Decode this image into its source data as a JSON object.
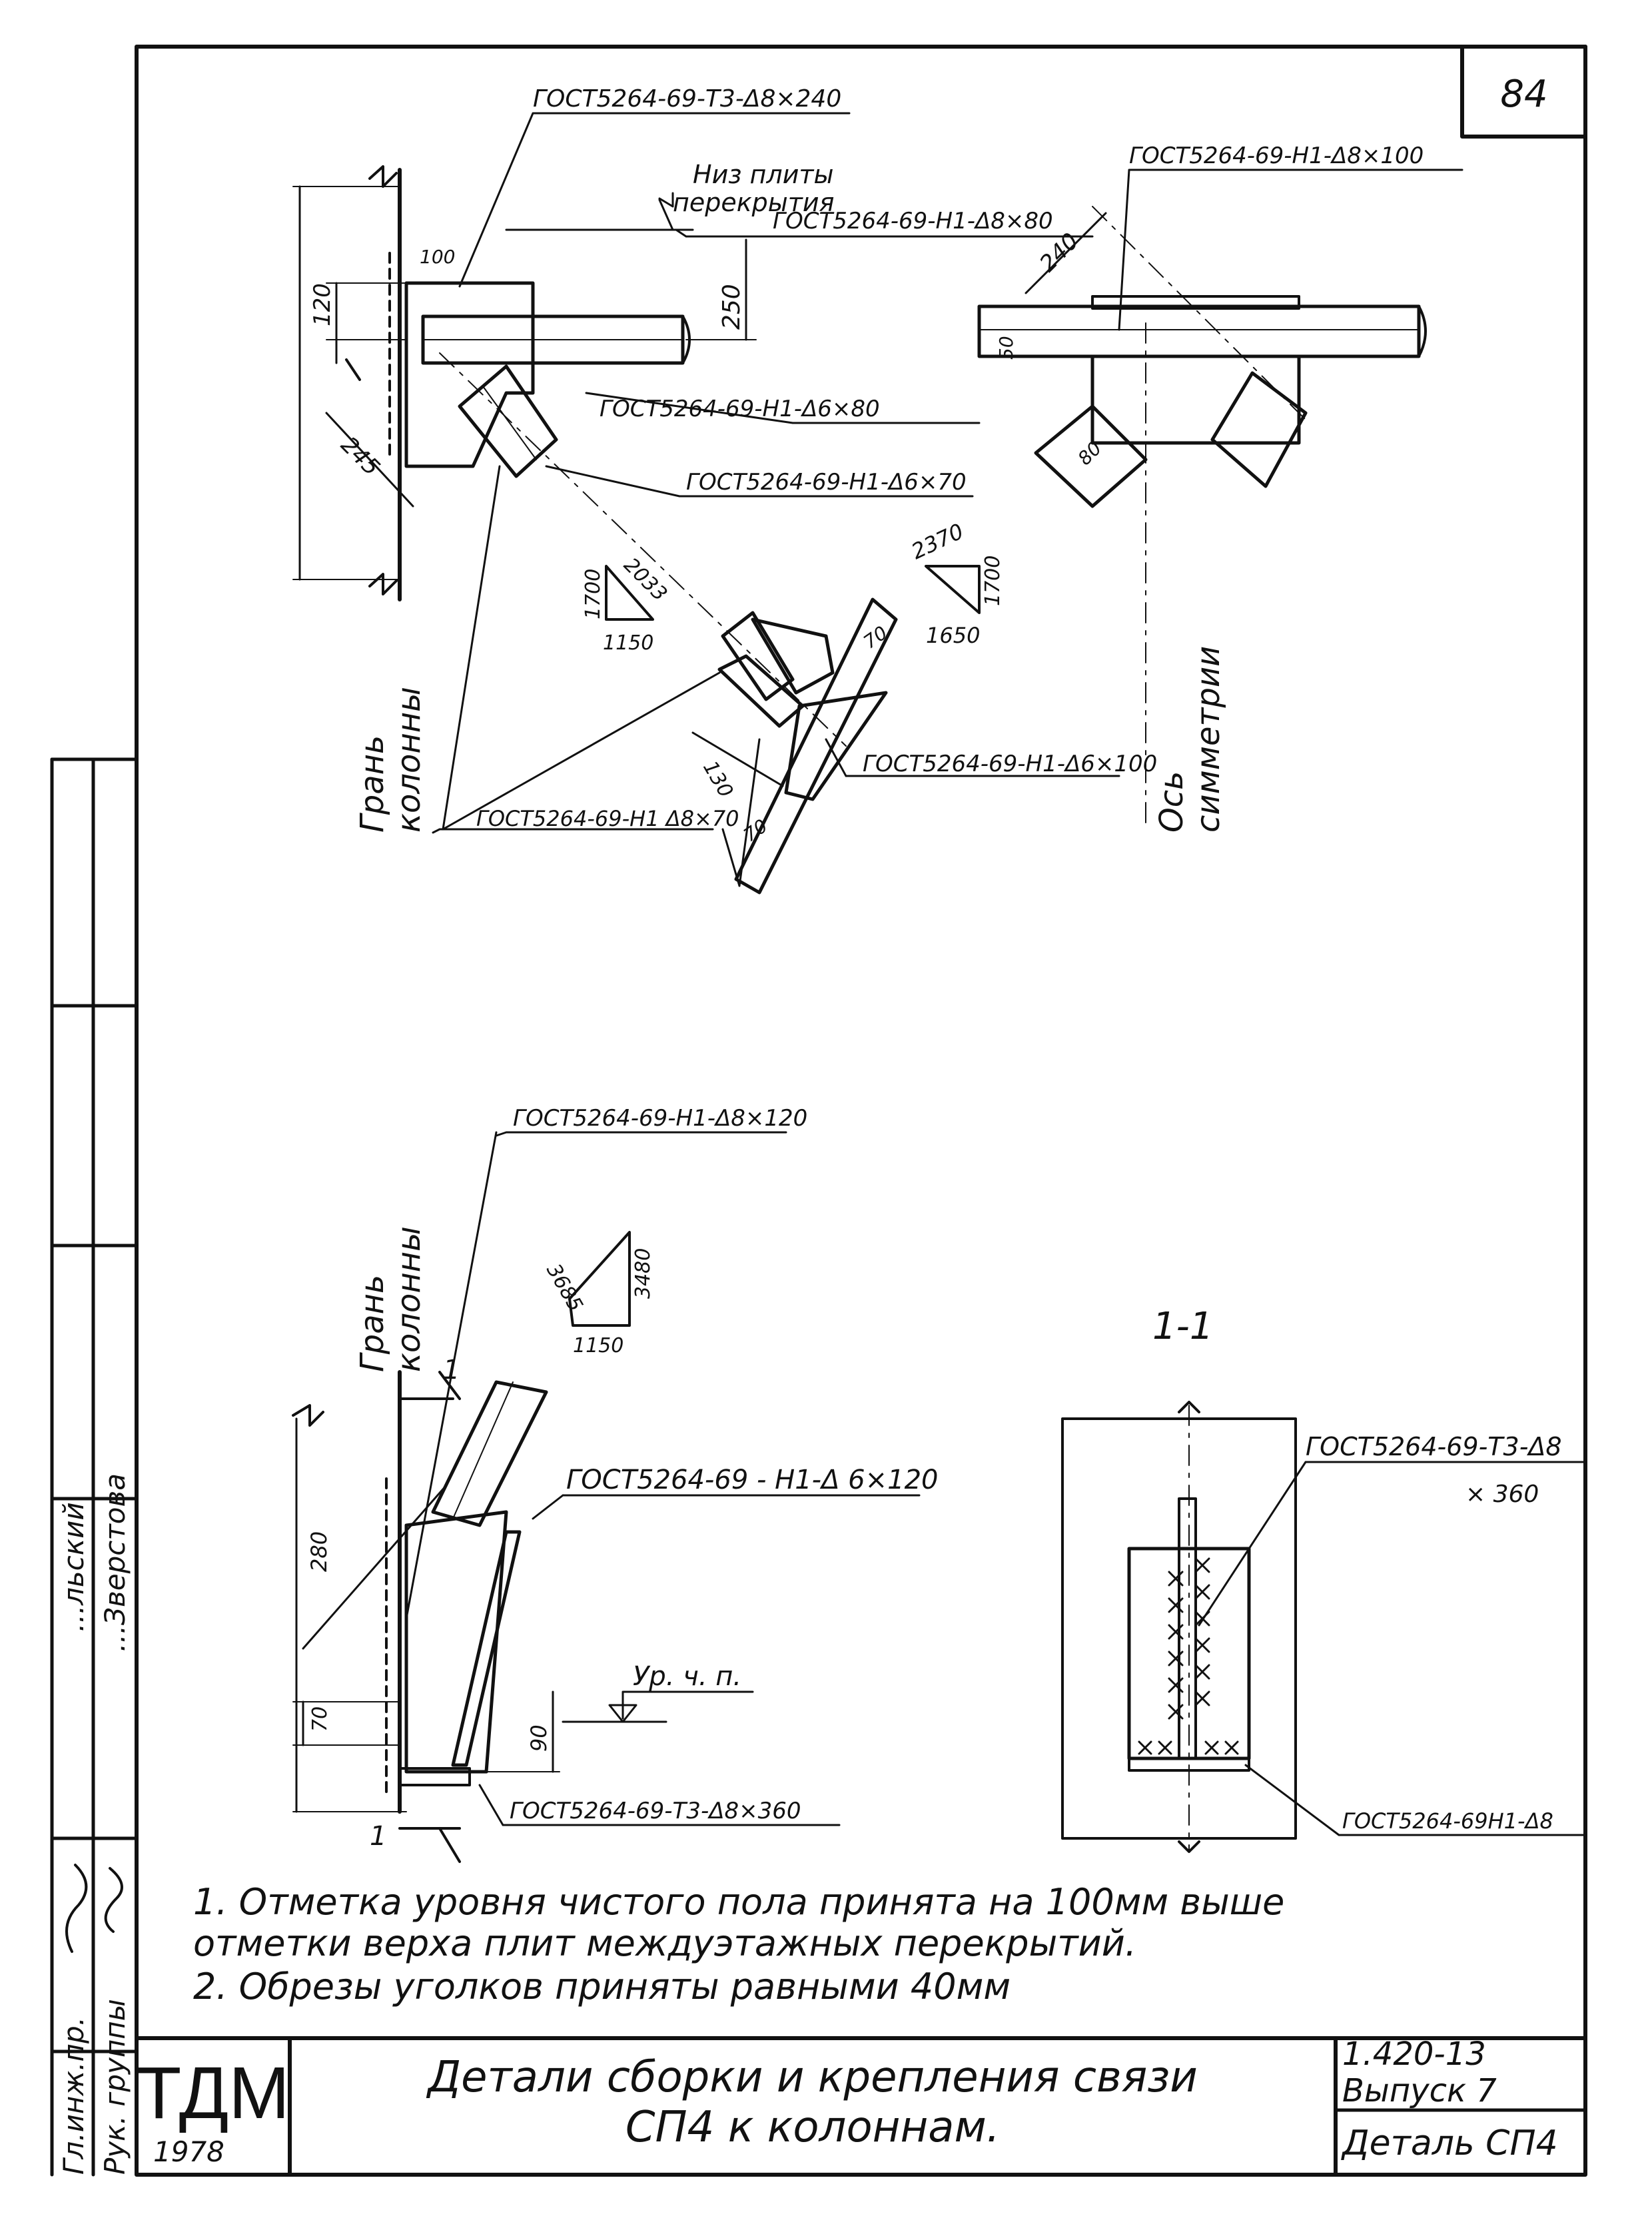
{
  "sheet": {
    "page_number": "84"
  },
  "detail_top_left": {
    "weld_top": "ГОСТ5264-69-Т3-Δ8×240",
    "label_slab_bottom": "Низ плиты\nперекрытия",
    "weld_slab": "ГОСТ5264-69-Н1-Δ8×80",
    "weld_lower": "ГОСТ5264-69-Н1-Δ6×80",
    "weld_gusset": "ГОСТ5264-69-Н1-Δ6×70",
    "weld_bottom": "ГОСТ5264-69-Н1 Δ8×70",
    "dim_100": "100",
    "dim_120": "120",
    "dim_250": "250",
    "dim_245": "245",
    "column_face": "Грань\nколонны",
    "tri_left": {
      "a": "1700",
      "b": "2033",
      "c": "1150"
    },
    "tri_right": {
      "a": "2370",
      "b": "1700",
      "c": "1650"
    },
    "dim_130": "130",
    "dim_70a": "70",
    "dim_70b": "70"
  },
  "detail_top_right": {
    "weld": "ГОСТ5264-69-Н1-Δ8×100",
    "dim_240": "240",
    "dim_50": "50",
    "dim_80": "80",
    "axis": "Ось\nсимметрии"
  },
  "detail_center": {
    "weld": "ГОСТ5264-69-Н1-Δ6×100"
  },
  "detail_bottom_left": {
    "weld_top": "ГОСТ5264-69-Н1-Δ8×120",
    "tri": {
      "a": "3685",
      "b": "3480",
      "c": "1150"
    },
    "column_face": "Грань\nколонны",
    "weld_mid": "ГОСТ5264-69 - Н1-Δ 6×120",
    "dim_280": "280",
    "dim_70": "70",
    "dim_90": "90",
    "floor_level": "Ур. ч. п.",
    "weld_bottom": "ГОСТ5264-69-Т3-Δ8×360",
    "section_mark_a": "1",
    "section_mark_b": "1"
  },
  "section_1_1": {
    "title": "1-1",
    "weld_top_line1": "ГОСТ5264-69-Т3-Δ8",
    "weld_top_line2": "× 360",
    "weld_bottom": "ГОСТ5264-69Н1-Δ8"
  },
  "notes": [
    "1.  Отметка уровня чистого пола принята на 100мм выше",
    "     отметки верха плит междуэтажных перекрытий.",
    "2.  Обрезы уголков приняты равными  40мм"
  ],
  "side_stamp": {
    "row1_role": "Гл.инж.пр.",
    "row2_role": "Рук. группы",
    "signer1": "...льский",
    "signer2": "...Зверстова"
  },
  "title_block": {
    "org": "ТДМ",
    "year": "1978",
    "title_line1": "Детали сборки и крепления связи",
    "title_line2": "СП4 к колоннам.",
    "series": "1.420-13",
    "issue": "Выпуск 7",
    "detail": "Деталь СП4"
  }
}
